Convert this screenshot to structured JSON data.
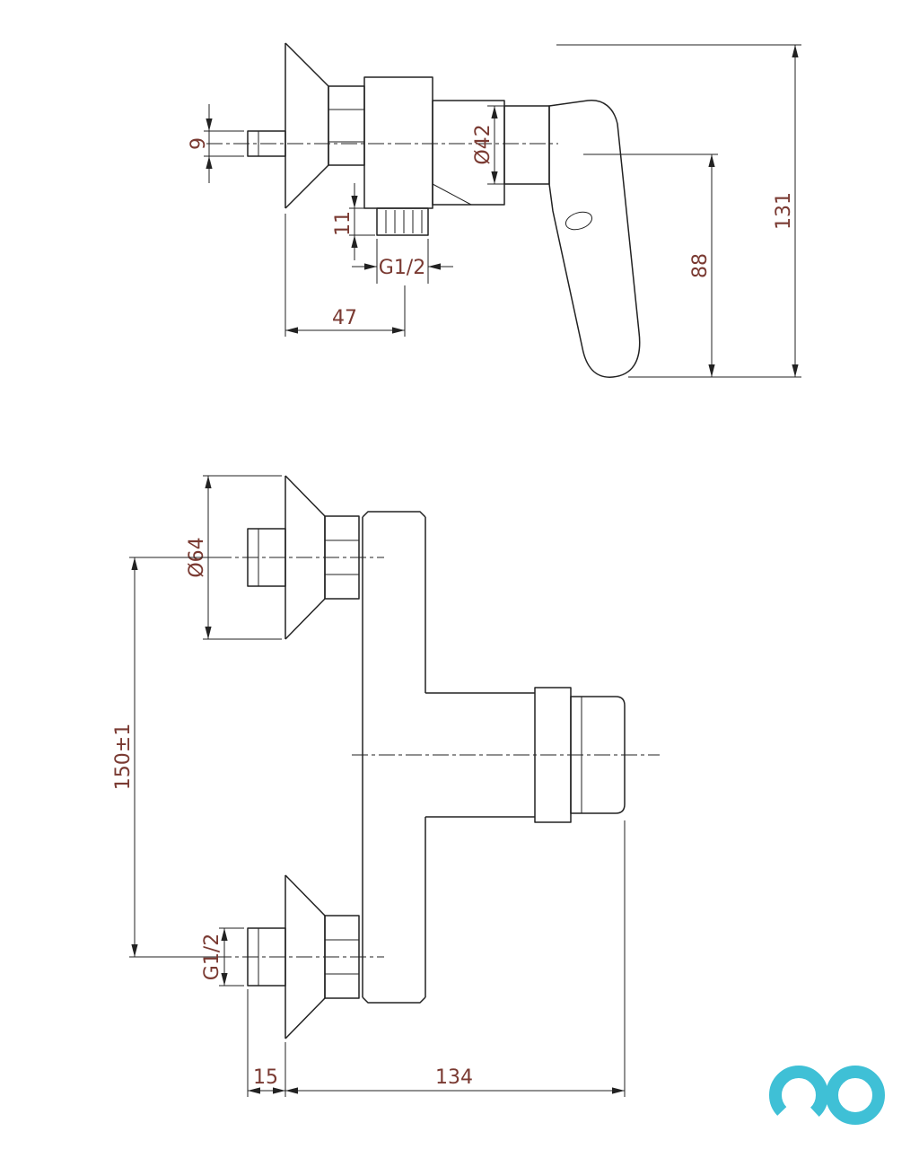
{
  "colors": {
    "bg": "#ffffff",
    "line": "#222222",
    "dim": "#7a3a32",
    "logo": "#3fc0d6"
  },
  "drawing": {
    "title": "shower-mixer-technical-drawing",
    "top_view": {
      "dim_9": "9",
      "dim_diameter_42": "Ø42",
      "dim_131": "131",
      "dim_11": "11",
      "dim_thread": "G1/2",
      "dim_88": "88",
      "dim_47": "47"
    },
    "front_view": {
      "dim_diameter_64": "Ø64",
      "dim_150": "150±1",
      "dim_thread": "G1/2",
      "dim_15": "15",
      "dim_134": "134"
    }
  },
  "logo": {
    "name": "store-watermark-logo"
  }
}
